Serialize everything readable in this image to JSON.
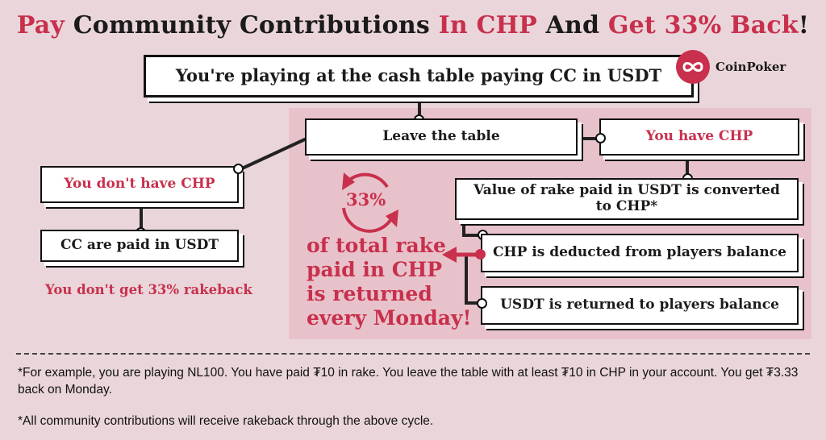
{
  "title": {
    "part1": "Pay",
    "part2": " Community Contributions ",
    "part3": "In CHP",
    "part4": " And ",
    "part5": "Get 33% Back",
    "part6": "!"
  },
  "logo": {
    "brand": "CoinPoker",
    "icon": "coinpoker-logo-icon"
  },
  "flow": {
    "start": "You're playing at the cash table paying CC in USDT",
    "leave": "Leave the table",
    "have_chp": "You have CHP",
    "no_chp": "You don't have CHP",
    "cc_usdt": "CC are paid in USDT",
    "no_rakeback": "You don't get 33% rakeback",
    "converted": "Value of rake paid in USDT is converted to CHP*",
    "deducted": "CHP is deducted from players balance",
    "returned": "USDT is returned to players balance"
  },
  "cycle": {
    "percent": "33%",
    "line1": "of total rake",
    "line2": "paid in CHP",
    "line3": "is returned",
    "line4": "every Monday!"
  },
  "footnotes": {
    "example": "*For example, you are playing NL100. You have paid ₮10 in rake. You leave the table with at least ₮10 in CHP in your account. You get ₮3.33 back on Monday.",
    "all": "*All community contributions will receive rakeback through the above cycle."
  },
  "colors": {
    "accent": "#c8304d",
    "background": "#ead6da",
    "panel": "#e8c2ca"
  }
}
